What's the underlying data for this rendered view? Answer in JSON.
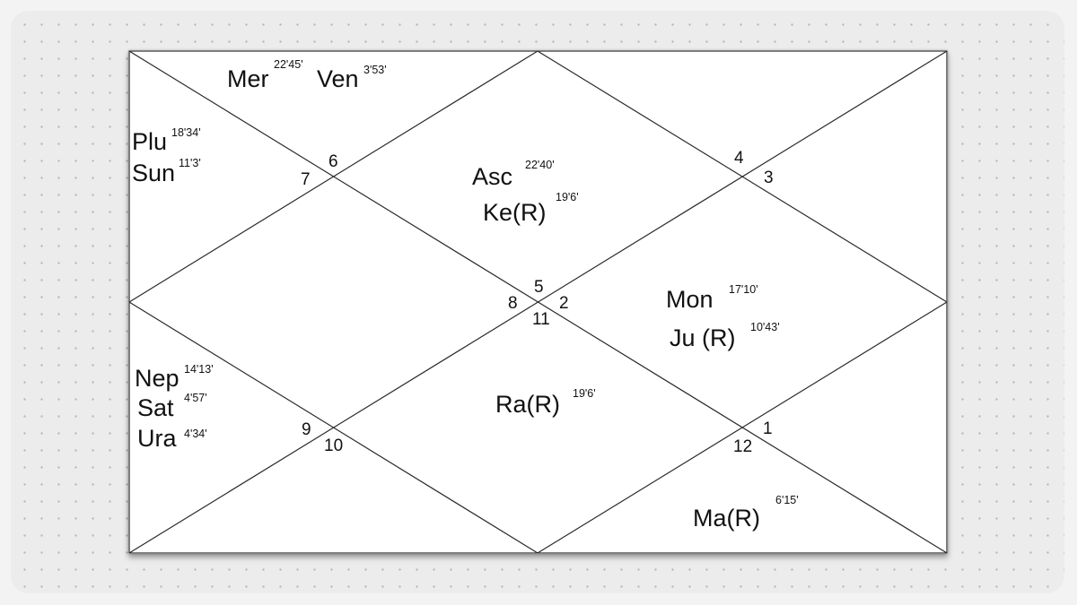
{
  "houses": {
    "h1": "1",
    "h2": "2",
    "h3": "3",
    "h4": "4",
    "h5": "5",
    "h6": "6",
    "h7": "7",
    "h8": "8",
    "h9": "9",
    "h10": "10",
    "h11": "11",
    "h12": "12"
  },
  "planets": {
    "mer": {
      "name": "Mer",
      "degree": "22'45'"
    },
    "ven": {
      "name": "Ven",
      "degree": "3'53'"
    },
    "plu": {
      "name": "Plu",
      "degree": "18'34'"
    },
    "sun": {
      "name": "Sun",
      "degree": "11'3'"
    },
    "asc": {
      "name": "Asc",
      "degree": "22'40'"
    },
    "ke": {
      "name": "Ke(R)",
      "degree": "19'6'"
    },
    "mon": {
      "name": "Mon",
      "degree": "17'10'"
    },
    "ju": {
      "name": "Ju (R)",
      "degree": "10'43'"
    },
    "nep": {
      "name": "Nep",
      "degree": "14'13'"
    },
    "sat": {
      "name": "Sat",
      "degree": "4'57'"
    },
    "ura": {
      "name": "Ura",
      "degree": "4'34'"
    },
    "ra": {
      "name": "Ra(R)",
      "degree": "19'6'"
    },
    "ma": {
      "name": "Ma(R)",
      "degree": "6'15'"
    }
  }
}
